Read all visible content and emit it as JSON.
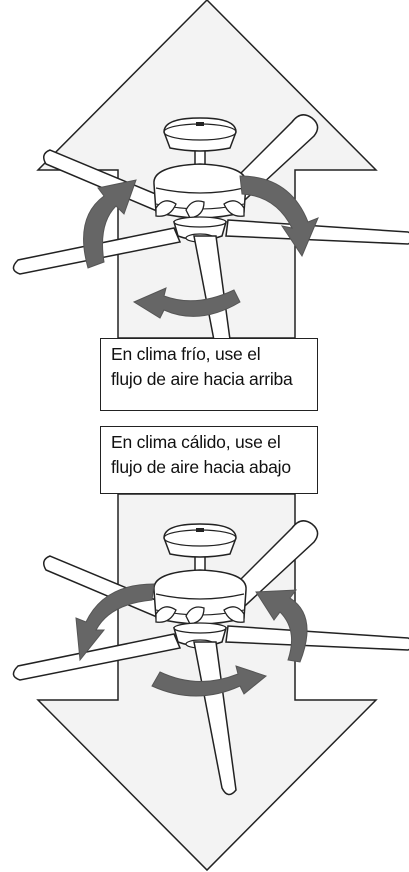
{
  "captions": {
    "upward": {
      "line1": "En clima frío, use el",
      "line2": "flujo de aire hacia arriba"
    },
    "downward": {
      "line1": "En clima cálido, use el",
      "line2": "flujo de aire hacia abajo"
    }
  },
  "colors": {
    "big_arrow_fill": "#f3f3f3",
    "outline": "#222222",
    "rotation_arrow": "#666666",
    "fan_fill": "#ffffff"
  },
  "icons": {
    "upper_fan": "ceiling-fan-icon",
    "lower_fan": "ceiling-fan-icon",
    "up_arrow": "up-arrow-icon",
    "down_arrow": "down-arrow-icon"
  }
}
